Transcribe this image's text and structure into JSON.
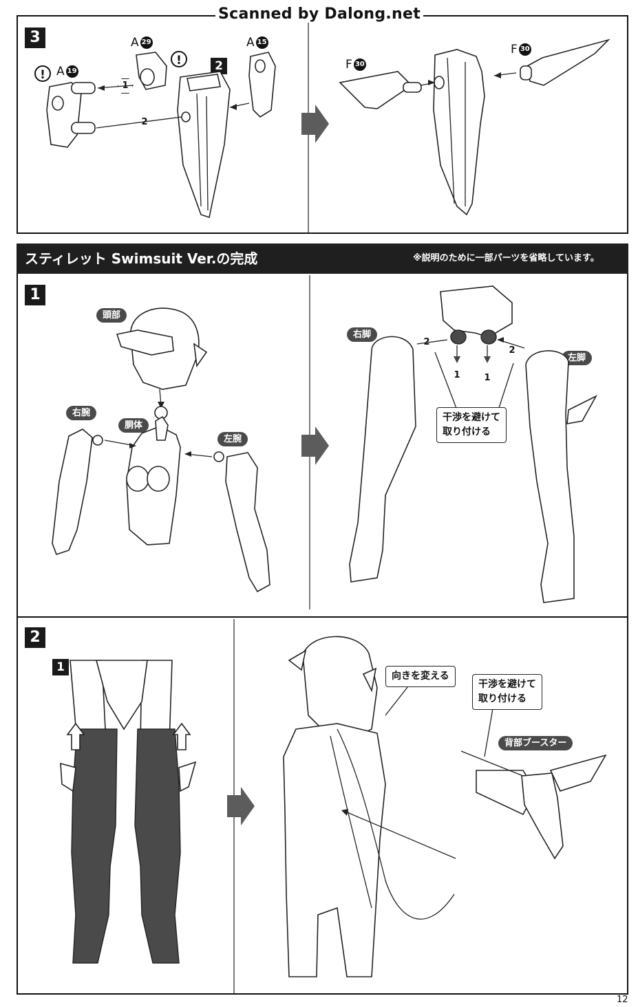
{
  "watermark": "Scanned by Dalong.net",
  "page_number": "12",
  "section1": {
    "step_number": "3",
    "marker_2": "2",
    "parts": {
      "a29": {
        "letter": "A",
        "num": "29"
      },
      "a19": {
        "letter": "A",
        "num": "19"
      },
      "a15": {
        "letter": "A",
        "num": "15"
      },
      "f30_left": {
        "letter": "F",
        "num": "30"
      },
      "f30_right": {
        "letter": "F",
        "num": "30"
      }
    },
    "order": [
      "1",
      "2"
    ],
    "warning": "!"
  },
  "header": {
    "title": "スティレット Swimsuit Ver.の完成",
    "note": "※説明のために一部パーツを省略しています。"
  },
  "section2": {
    "step_number": "1",
    "labels": {
      "head": "頭部",
      "right_arm": "右腕",
      "torso": "胴体",
      "left_arm": "左腕",
      "right_leg": "右脚",
      "left_leg": "左脚"
    },
    "callout": "干渉を避けて\n取り付ける",
    "order": [
      "1",
      "2"
    ]
  },
  "section3": {
    "step_number": "2",
    "sub_step": "1",
    "callout_turn": "向きを変える",
    "callout_avoid": "干渉を避けて\n取り付ける",
    "back_booster": "背部ブースター"
  },
  "colors": {
    "ink": "#111111",
    "header_bg": "#1f1f1f",
    "label_bg": "#4a4a4a",
    "arrow": "#5c5c5c",
    "stocking": "#4a4a4a"
  }
}
